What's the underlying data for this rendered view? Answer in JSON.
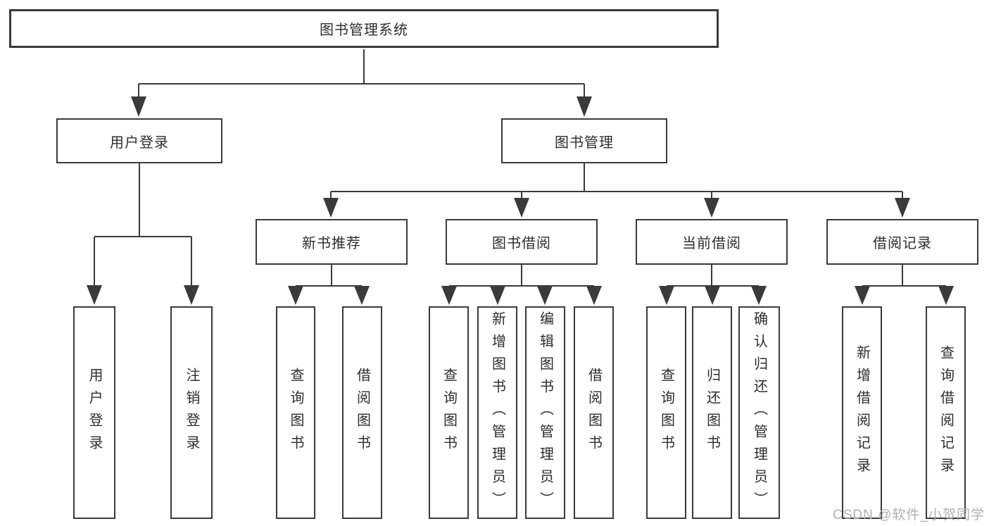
{
  "nodes": {
    "root": "图书管理系统",
    "level2": {
      "user_login": "用户登录",
      "book_management": "图书管理"
    },
    "level3": {
      "new_book_rec": "新书推荐",
      "book_borrow": "图书借阅",
      "current_borrow": "当前借阅",
      "borrow_records": "借阅记录"
    },
    "leaves": {
      "user_login": "用户登录",
      "logout": "注销登录",
      "rec_query_books": "查询图书",
      "rec_borrow_books": "借阅图书",
      "bb_query_books": "查询图书",
      "bb_add_books": "新增图书（管理员）",
      "bb_edit_books": "编辑图书（管理员）",
      "bb_borrow_books": "借阅图书",
      "cb_query_books": "查询图书",
      "cb_return_books": "归还图书",
      "cb_confirm_return": "确认归还（管理员）",
      "br_add_record": "新增借阅记录",
      "br_query_record": "查询借阅记录"
    }
  },
  "watermark": "CSDN @软件_小贺同学",
  "colors": {
    "line": "#3a3a3a",
    "text": "#2d2d2d",
    "background": "#ffffff",
    "watermark": "#b0b0b0"
  }
}
